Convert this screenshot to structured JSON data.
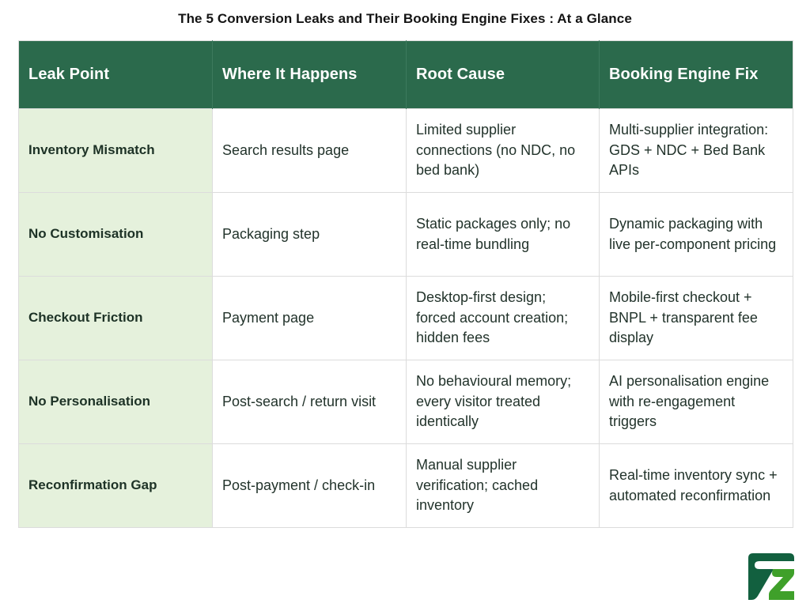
{
  "page": {
    "title": "The 5 Conversion Leaks and Their Booking Engine Fixes : At a Glance"
  },
  "colors": {
    "header_green": "#2b6a4c",
    "row_label_green": "#e5f1dc",
    "border_gray": "#dcdcdc",
    "logo_dark_green": "#12603f",
    "logo_light_green": "#3fa02a",
    "text_dark": "#22332b"
  },
  "table": {
    "columns": [
      "Leak Point",
      "Where It Happens",
      "Root Cause",
      "Booking Engine Fix"
    ],
    "rows": [
      {
        "leak_point": "Inventory Mismatch",
        "where_it_happens": "Search results page",
        "root_cause": "Limited supplier connections (no NDC, no bed bank)",
        "booking_engine_fix": "Multi-supplier integration: GDS + NDC + Bed Bank APIs"
      },
      {
        "leak_point": "No Customisation",
        "where_it_happens": "Packaging step",
        "root_cause": "Static packages only; no real-time bundling",
        "booking_engine_fix": "Dynamic packaging with live per-component pricing"
      },
      {
        "leak_point": "Checkout Friction",
        "where_it_happens": "Payment page",
        "root_cause": "Desktop-first design; forced account creation; hidden fees",
        "booking_engine_fix": "Mobile-first checkout + BNPL + transparent fee display"
      },
      {
        "leak_point": "No Personalisation",
        "where_it_happens": "Post-search / return visit",
        "root_cause": "No behavioural memory; every visitor treated identically",
        "booking_engine_fix": "AI personalisation engine with re-engagement triggers"
      },
      {
        "leak_point": "Reconfirmation Gap",
        "where_it_happens": "Post-payment / check-in",
        "root_cause": "Manual supplier verification; cached inventory",
        "booking_engine_fix": "Real-time inventory sync + automated reconfirmation"
      }
    ]
  },
  "branding": {
    "logo_name": "company-logo"
  }
}
